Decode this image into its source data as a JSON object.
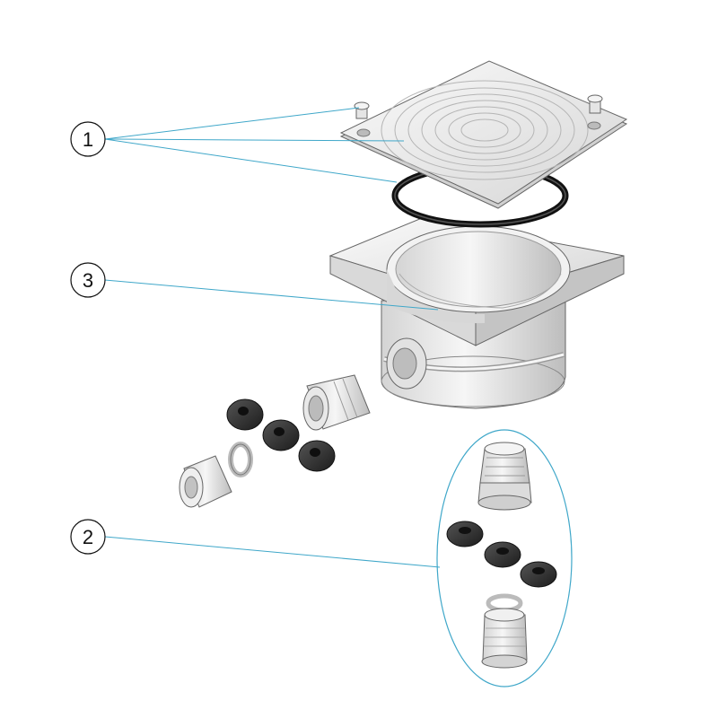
{
  "callouts": [
    {
      "number": "1",
      "part": "cover-screws-gasket"
    },
    {
      "number": "3",
      "part": "junction-box"
    },
    {
      "number": "2",
      "part": "cable-glands-kit"
    }
  ],
  "colors": {
    "leader": "#3fa7c9",
    "plastic": "#eeeeee",
    "plastic_shadow": "#c9c9c9",
    "rubber": "#2e2e2e",
    "outline": "#555555"
  }
}
